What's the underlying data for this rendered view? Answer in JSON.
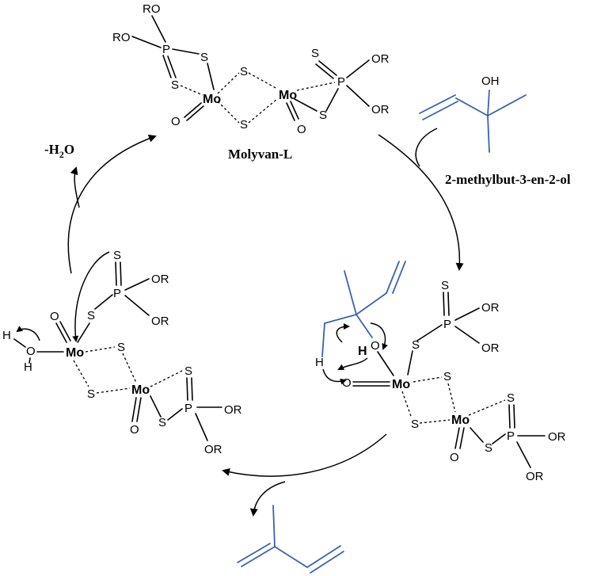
{
  "labels": {
    "catalyst_name": "Molyvan-L",
    "substrate_name": "2-methylbut-3-en-2-ol",
    "water_loss_prefix": "-H",
    "water_loss_sub": "2",
    "water_loss_suffix": "O"
  },
  "atoms": {
    "RO": "RO",
    "OR": "OR",
    "P": "P",
    "S": "S",
    "O": "O",
    "Mo": "Mo",
    "H": "H",
    "OH": "OH"
  },
  "colors": {
    "organic": "#3b62b0",
    "reagent": "#000000"
  }
}
